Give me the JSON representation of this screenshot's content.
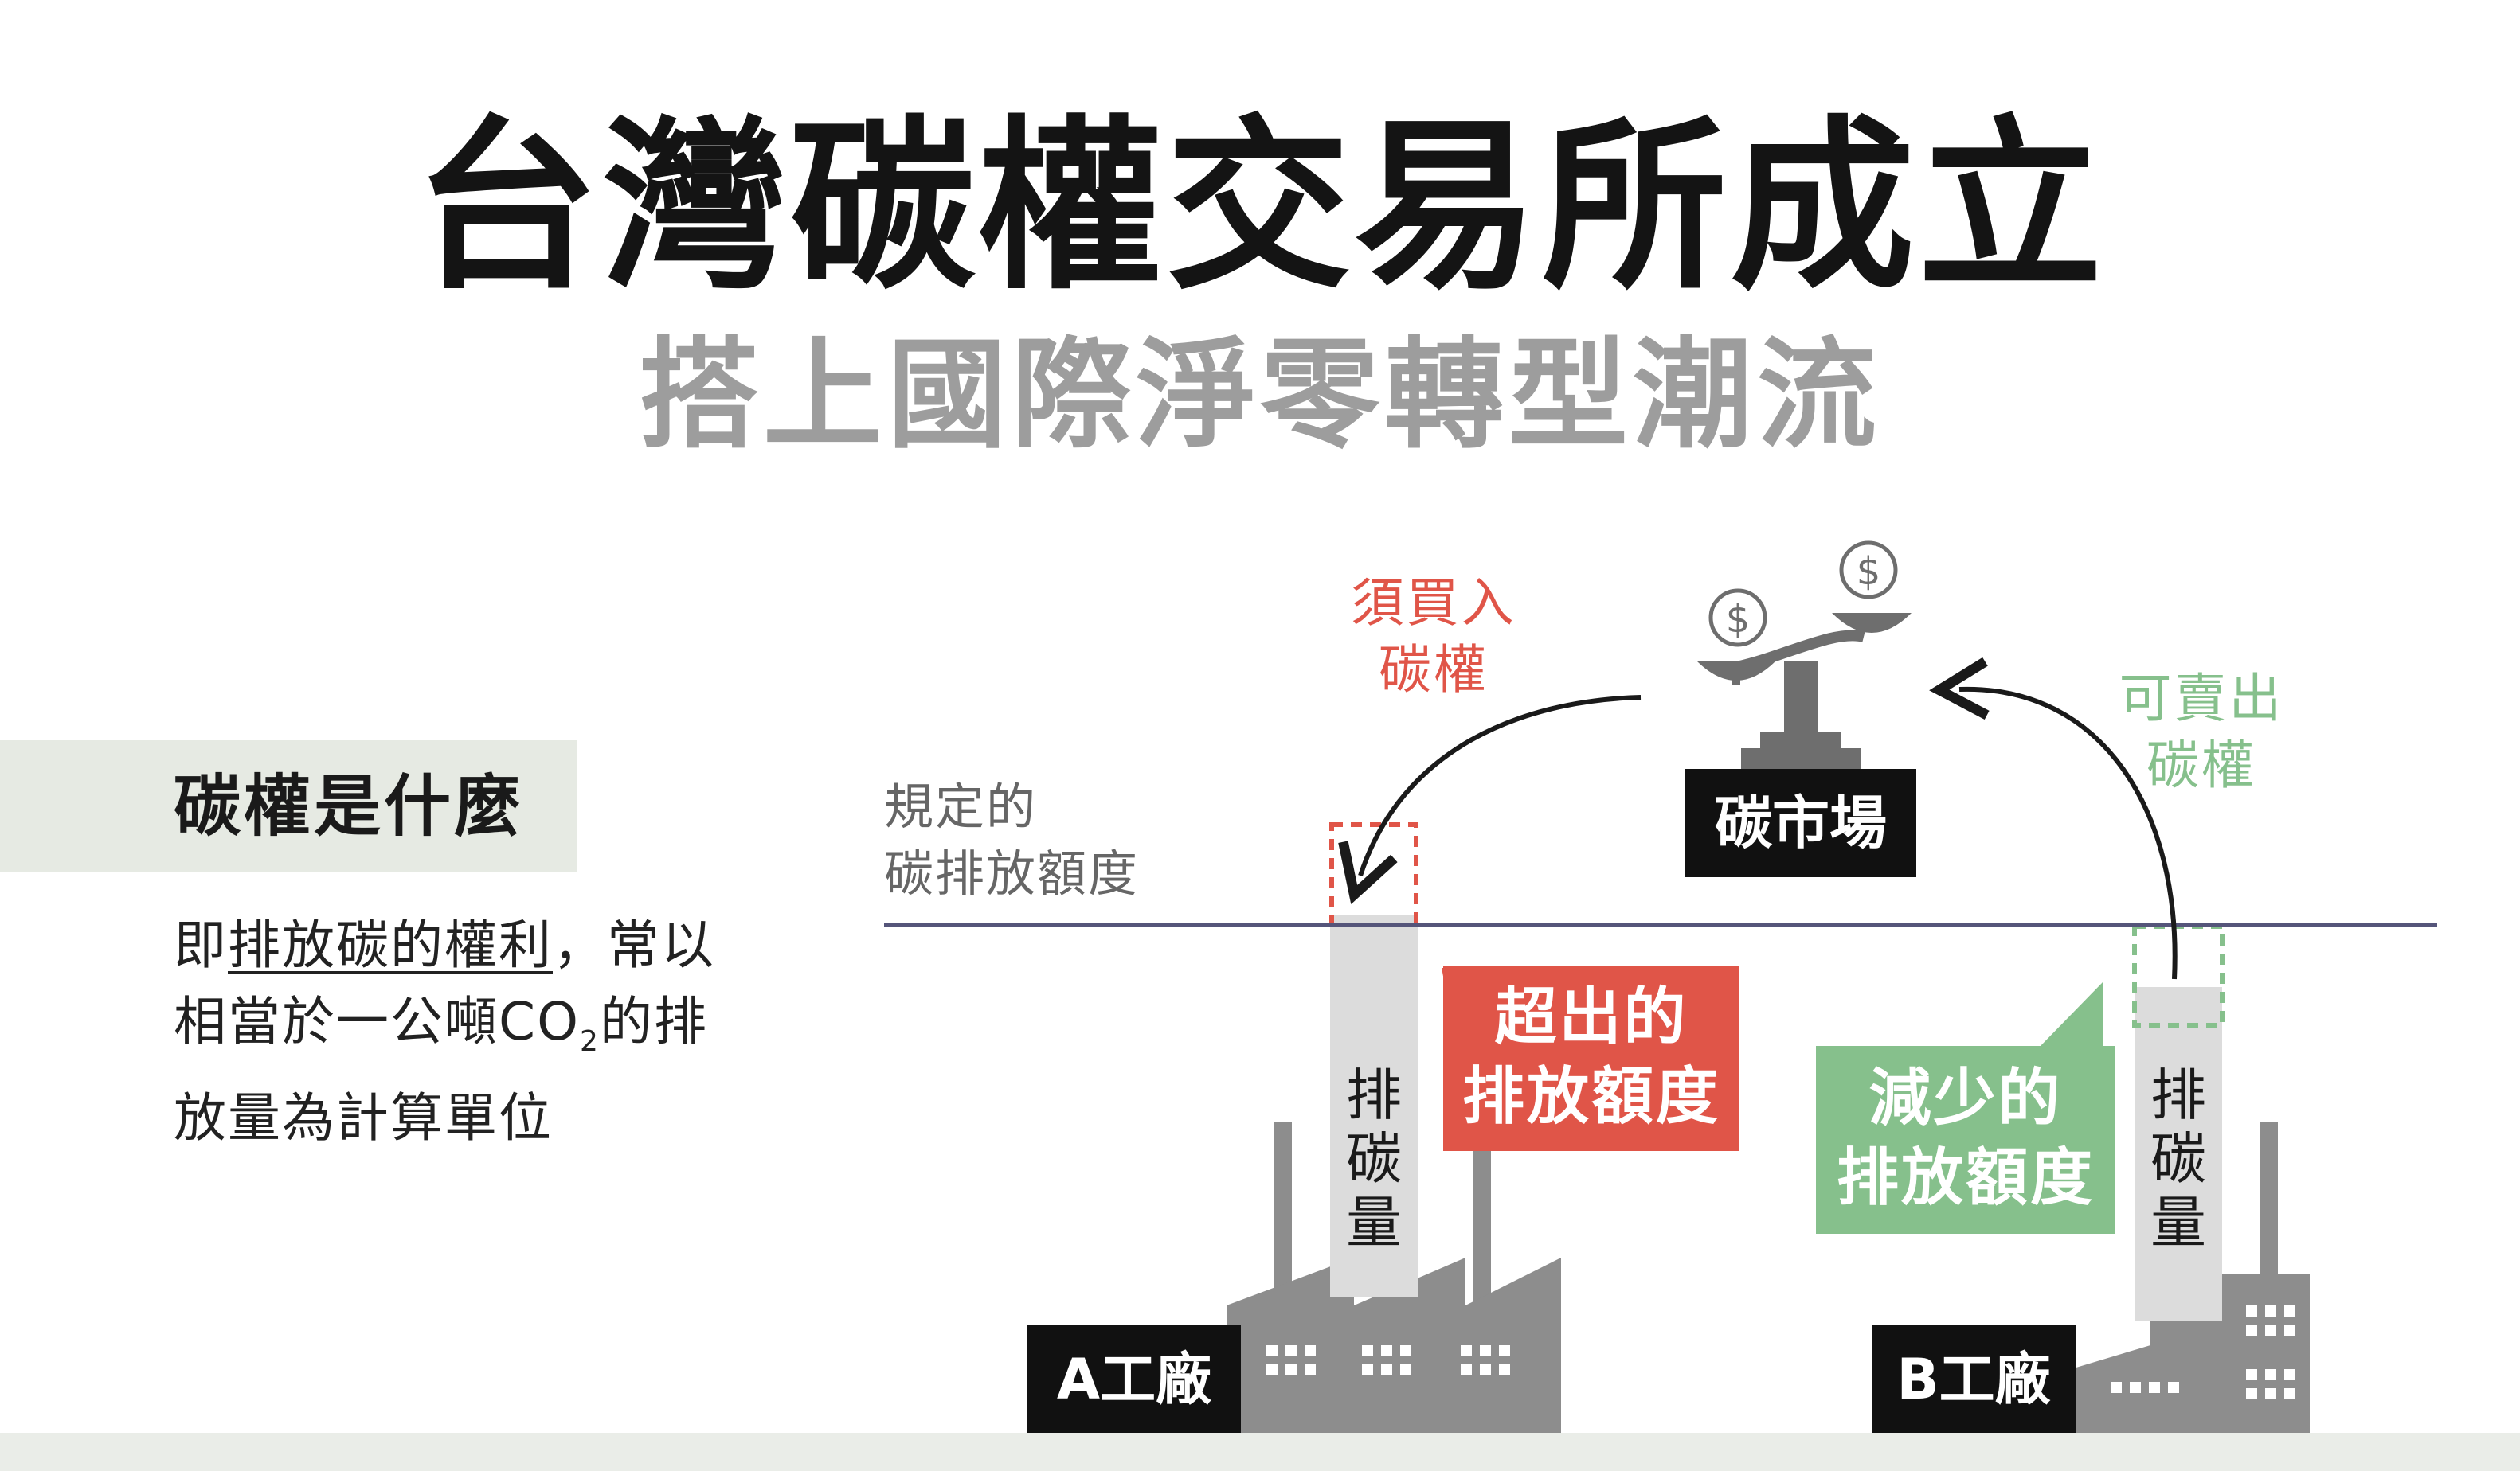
{
  "header": {
    "title": "台灣碳權交易所成立",
    "subtitle": "搭上國際淨零轉型潮流"
  },
  "sidebar": {
    "heading": "碳權是什麼",
    "desc_line1_a": "即",
    "desc_line1_underlined": "排放碳的權利",
    "desc_line1_b": "，常以",
    "desc_line2_a": "相當於一公噸CO",
    "desc_line2_sub": "2",
    "desc_line2_b": "的排",
    "desc_line3": "放量為計算單位"
  },
  "diagram": {
    "quota_label_1": "規定的",
    "quota_label_2": "碳排放額度",
    "buy_label_1": "須買入",
    "buy_label_2": "碳權",
    "sell_label_1": "可賣出",
    "sell_label_2": "碳權",
    "market_label": "碳市場",
    "dollar_1": "$",
    "dollar_2": "$",
    "excess_1": "超出的",
    "excess_2": "排放額度",
    "reduced_1": "減少的",
    "reduced_2": "排放額度",
    "stackA_1": "排",
    "stackA_2": "碳",
    "stackA_3": "量",
    "stackB_1": "排",
    "stackB_2": "碳",
    "stackB_3": "量",
    "factory_a": "A工廠",
    "factory_b": "B工廠"
  },
  "colors": {
    "red": "#e05548",
    "green": "#86c08c",
    "factory_gray": "#8d8d8d",
    "stack_gray": "#dcdcdc",
    "quota_line": "#55557a"
  }
}
